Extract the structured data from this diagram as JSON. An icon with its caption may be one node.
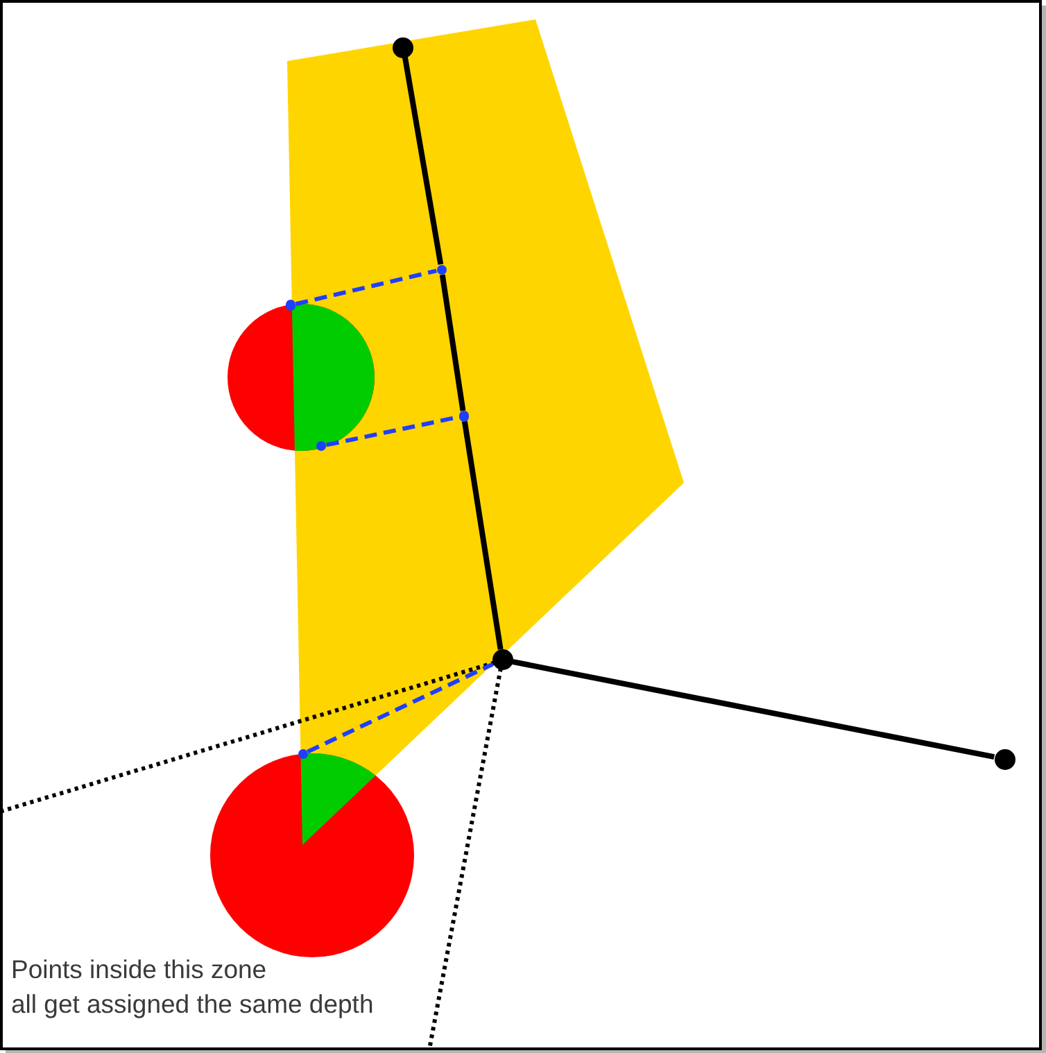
{
  "diagram": {
    "nodes": [
      {
        "text": [],
        "shape": "circle"
      },
      {
        "text": [],
        "shape": "circle"
      },
      {
        "text": [],
        "shape": "circle"
      },
      {
        "text": [],
        "shape": "circle"
      },
      {
        "text": [],
        "shape": "circle"
      },
      {
        "text": [],
        "shape": "circle"
      },
      {
        "text": [],
        "shape": "circle"
      },
      {
        "text": [],
        "shape": "circle"
      }
    ],
    "edges": [
      {
        "from": 0,
        "to": 1,
        "arrow": "none"
      },
      {
        "from": 1,
        "to": 3,
        "arrow": "none"
      },
      {
        "from": 3,
        "to": 5,
        "arrow": "none"
      },
      {
        "from": 5,
        "to": 7,
        "arrow": "none"
      },
      {
        "from": 2,
        "to": 1,
        "arrow": "none",
        "style": "dashed",
        "color": "#1f3fff"
      },
      {
        "from": 4,
        "to": 3,
        "arrow": "none",
        "style": "dashed",
        "color": "#1f3fff"
      },
      {
        "from": 6,
        "to": 5,
        "arrow": "none",
        "style": "dashed",
        "color": "#1f3fff"
      }
    ],
    "labels": [
      "Points inside this zone all get assigned the same depth"
    ]
  }
}
